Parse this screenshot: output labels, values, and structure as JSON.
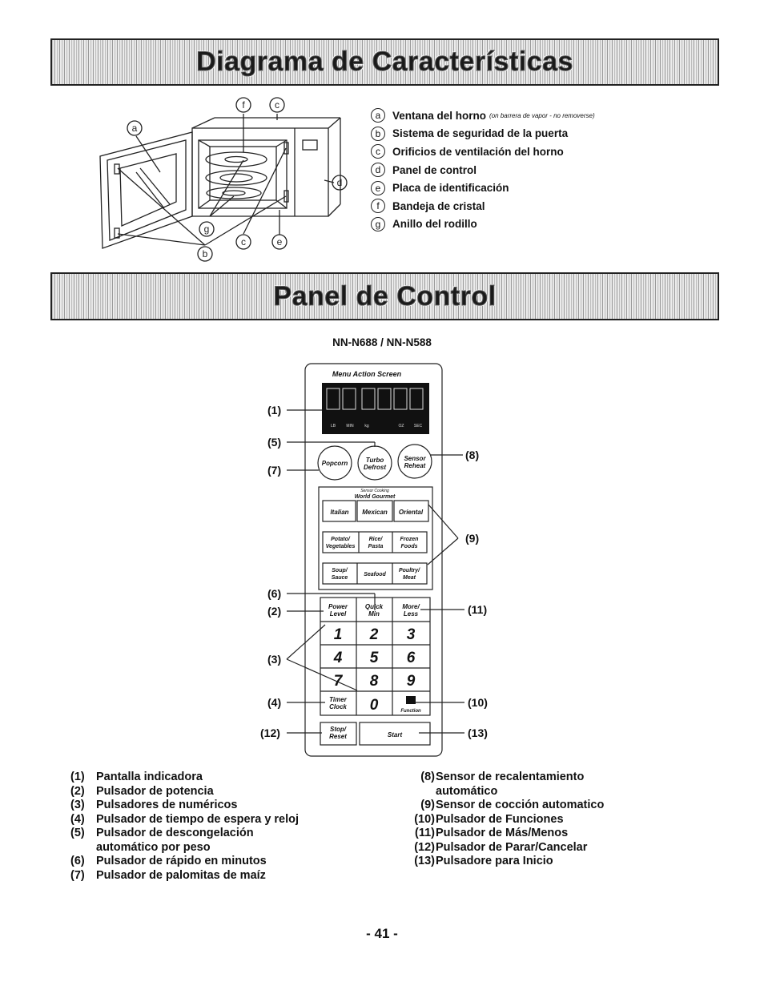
{
  "header1": {
    "title": "Diagrama de Características"
  },
  "diagram_callouts": {
    "a": "a",
    "b": "b",
    "c": "c",
    "d": "d",
    "e": "e",
    "f": "f",
    "g": "g"
  },
  "features": [
    {
      "letter": "a",
      "label": "Ventana del horno",
      "note": "(on barrera de vapor - no removerse)"
    },
    {
      "letter": "b",
      "label": "Sistema de seguridad de la puerta"
    },
    {
      "letter": "c",
      "label": "Orificios de ventilación del horno"
    },
    {
      "letter": "d",
      "label": "Panel de control"
    },
    {
      "letter": "e",
      "label": "Placa de identificación"
    },
    {
      "letter": "f",
      "label": "Bandeja de cristal"
    },
    {
      "letter": "g",
      "label": "Anillo del rodillo"
    }
  ],
  "header2": {
    "title": "Panel de Control"
  },
  "model": "NN-N688 / NN-N588",
  "panel": {
    "screen_title": "Menu Action Screen",
    "display_units": [
      "LB",
      "MIN",
      "kg",
      "OZ",
      "SEC"
    ],
    "round_buttons": [
      "Popcorn",
      "Turbo",
      "Defrost",
      "Sensor",
      "Reheat"
    ],
    "sensor_header": "Sensor Cooking",
    "world_gourmet": "World Gourmet",
    "menu_row1": [
      "Italian",
      "Mexican",
      "Oriental"
    ],
    "menu_row2": [
      [
        "Potato/",
        "Vegetables"
      ],
      [
        "Rice/",
        "Pasta"
      ],
      [
        "Frozen",
        "Foods"
      ]
    ],
    "menu_row3": [
      [
        "Soup/",
        "Sauce"
      ],
      [
        "Seafood",
        ""
      ],
      [
        "Poultry/",
        "Meat"
      ]
    ],
    "func_row": [
      [
        "Power",
        "Level"
      ],
      [
        "Quick",
        "Min"
      ],
      [
        "More/",
        "Less"
      ]
    ],
    "digits": [
      "1",
      "2",
      "3",
      "4",
      "5",
      "6",
      "7",
      "8",
      "9"
    ],
    "timer": [
      "Timer",
      "Clock"
    ],
    "zero": "0",
    "function_label": "Function",
    "stop": [
      "Stop/",
      "Reset"
    ],
    "start": "Start"
  },
  "callout_labels": {
    "c1": "(1)",
    "c2": "(2)",
    "c3": "(3)",
    "c4": "(4)",
    "c5": "(5)",
    "c6": "(6)",
    "c7": "(7)",
    "c8": "(8)",
    "c9": "(9)",
    "c10": "(10)",
    "c11": "(11)",
    "c12": "(12)",
    "c13": "(13)"
  },
  "parts_left": [
    {
      "num": "(1)",
      "text": "Pantalla indicadora"
    },
    {
      "num": "(2)",
      "text": "Pulsador de potencia"
    },
    {
      "num": "(3)",
      "text": "Pulsadores de numéricos"
    },
    {
      "num": "(4)",
      "text": "Pulsador de tiempo de espera y reloj"
    },
    {
      "num": "(5)",
      "text": "Pulsador de descongelación automático por peso"
    },
    {
      "num": "(6)",
      "text": "Pulsador de rápido en minutos"
    },
    {
      "num": "(7)",
      "text": "Pulsador de palomitas de maíz"
    }
  ],
  "parts_right": [
    {
      "num": "(8)",
      "text": "Sensor de recalentamiento automático"
    },
    {
      "num": "(9)",
      "text": "Sensor de cocción automatico"
    },
    {
      "num": "(10)",
      "text": "Pulsador de Funciones"
    },
    {
      "num": "(11)",
      "text": "Pulsador de Más/Menos"
    },
    {
      "num": "(12)",
      "text": "Pulsador de Parar/Cancelar"
    },
    {
      "num": "(13)",
      "text": "Pulsadore para Inicio"
    }
  ],
  "page_number": "- 41 -"
}
